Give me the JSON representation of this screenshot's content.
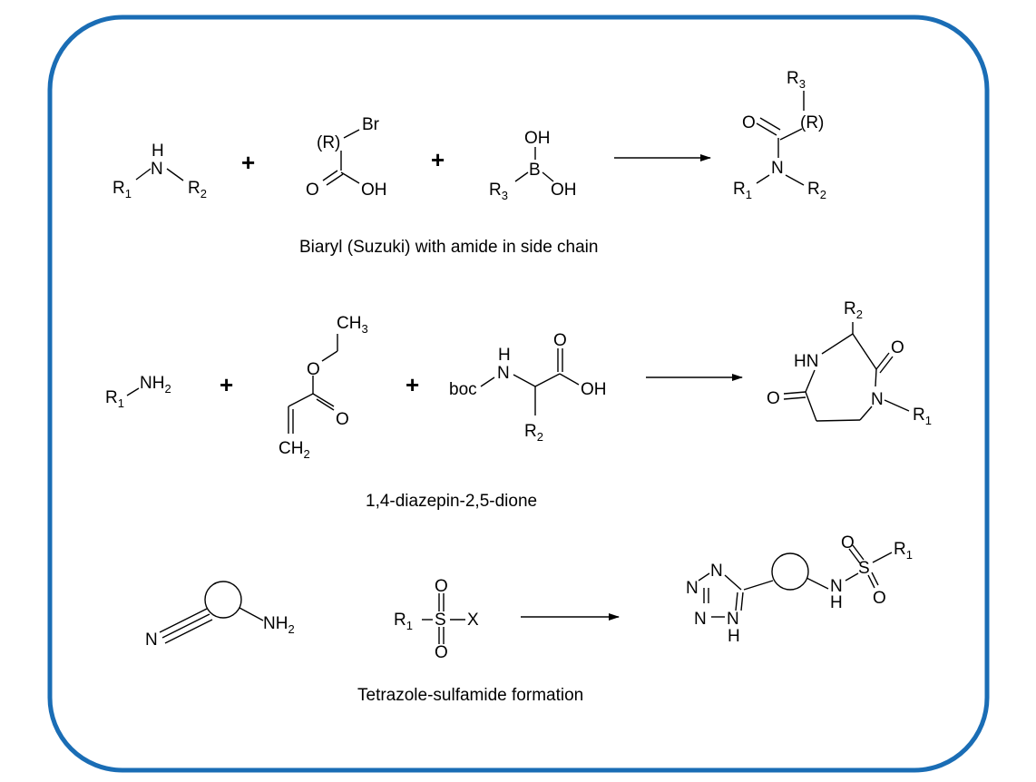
{
  "colors": {
    "frame": "#1a6db5",
    "ink": "#000000",
    "background": "#ffffff"
  },
  "reaction1": {
    "caption": "Biaryl (Suzuki) with amide in side chain",
    "amine": {
      "h": "H",
      "n": "N",
      "r1": "R",
      "r1_sub": "1",
      "r2": "R",
      "r2_sub": "2"
    },
    "bromoacid": {
      "stereo": "(R)",
      "br": "Br",
      "o": "O",
      "oh": "OH"
    },
    "boronic": {
      "oh_top": "OH",
      "b": "B",
      "r3": "R",
      "r3_sub": "3",
      "oh": "OH"
    },
    "product": {
      "r3": "R",
      "r3_sub": "3",
      "stereo": "(R)",
      "o": "O",
      "n": "N",
      "r1": "R",
      "r1_sub": "1",
      "r2": "R",
      "r2_sub": "2"
    },
    "plus1": "+",
    "plus2": "+"
  },
  "reaction2": {
    "caption": "1,4-diazepin-2,5-dione",
    "amine": {
      "r1": "R",
      "r1_sub": "1",
      "nh": "NH",
      "nh_sub": "2"
    },
    "acrylate": {
      "ch3": "CH",
      "ch3_sub": "3",
      "o_ester": "O",
      "o_carbonyl": "O",
      "ch2": "CH",
      "ch2_sub": "2"
    },
    "aminoacid": {
      "h": "H",
      "n": "N",
      "boc": "boc",
      "o": "O",
      "oh": "OH",
      "r2": "R",
      "r2_sub": "2"
    },
    "product": {
      "r2": "R",
      "r2_sub": "2",
      "hn": "HN",
      "o_right": "O",
      "o_left": "O",
      "n": "N",
      "r1": "R",
      "r1_sub": "1"
    },
    "plus1": "+",
    "plus2": "+"
  },
  "reaction3": {
    "caption": "Tetrazole-sulfamide formation",
    "nitrile": {
      "n": "N",
      "nh": "NH",
      "nh_sub": "2"
    },
    "sulfonyl": {
      "r1": "R",
      "r1_sub": "1",
      "s": "S",
      "x": "X",
      "o_top": "O",
      "o_bottom": "O"
    },
    "product": {
      "n1": "N",
      "n2": "N",
      "n3": "N",
      "n4": "N",
      "h": "H",
      "nh": "N",
      "nh_h": "H",
      "s": "S",
      "o_top": "O",
      "o_bottom": "O",
      "r1": "R",
      "r1_sub": "1"
    }
  }
}
